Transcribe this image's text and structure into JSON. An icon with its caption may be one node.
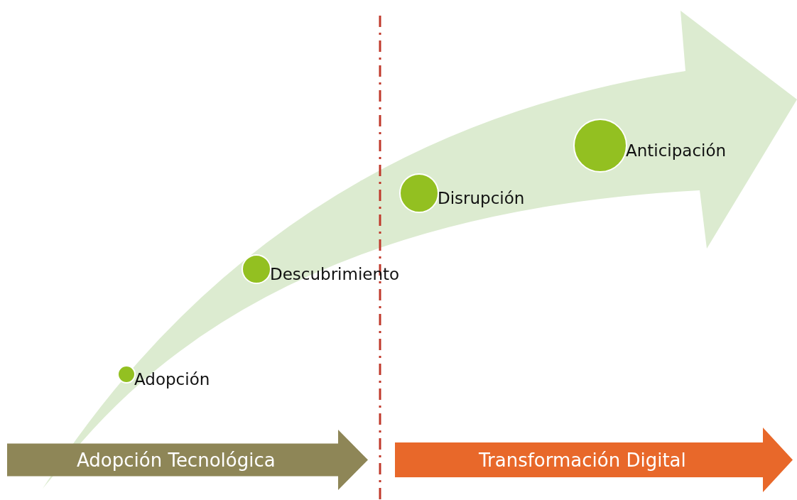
{
  "diagram": {
    "nodes": [
      {
        "text": [],
        "shape": "circle",
        "beside": [
          "Adopción"
        ]
      },
      {
        "text": [],
        "shape": "circle",
        "beside": [
          "Descubrimiento"
        ]
      },
      {
        "text": [],
        "shape": "circle",
        "beside": [
          "Disrupción"
        ]
      },
      {
        "text": [],
        "shape": "circle",
        "beside": [
          "Anticipación"
        ]
      },
      {
        "text": [
          "Adopción Tecnológica"
        ]
      },
      {
        "text": [
          "Transformación Digital"
        ]
      }
    ]
  }
}
